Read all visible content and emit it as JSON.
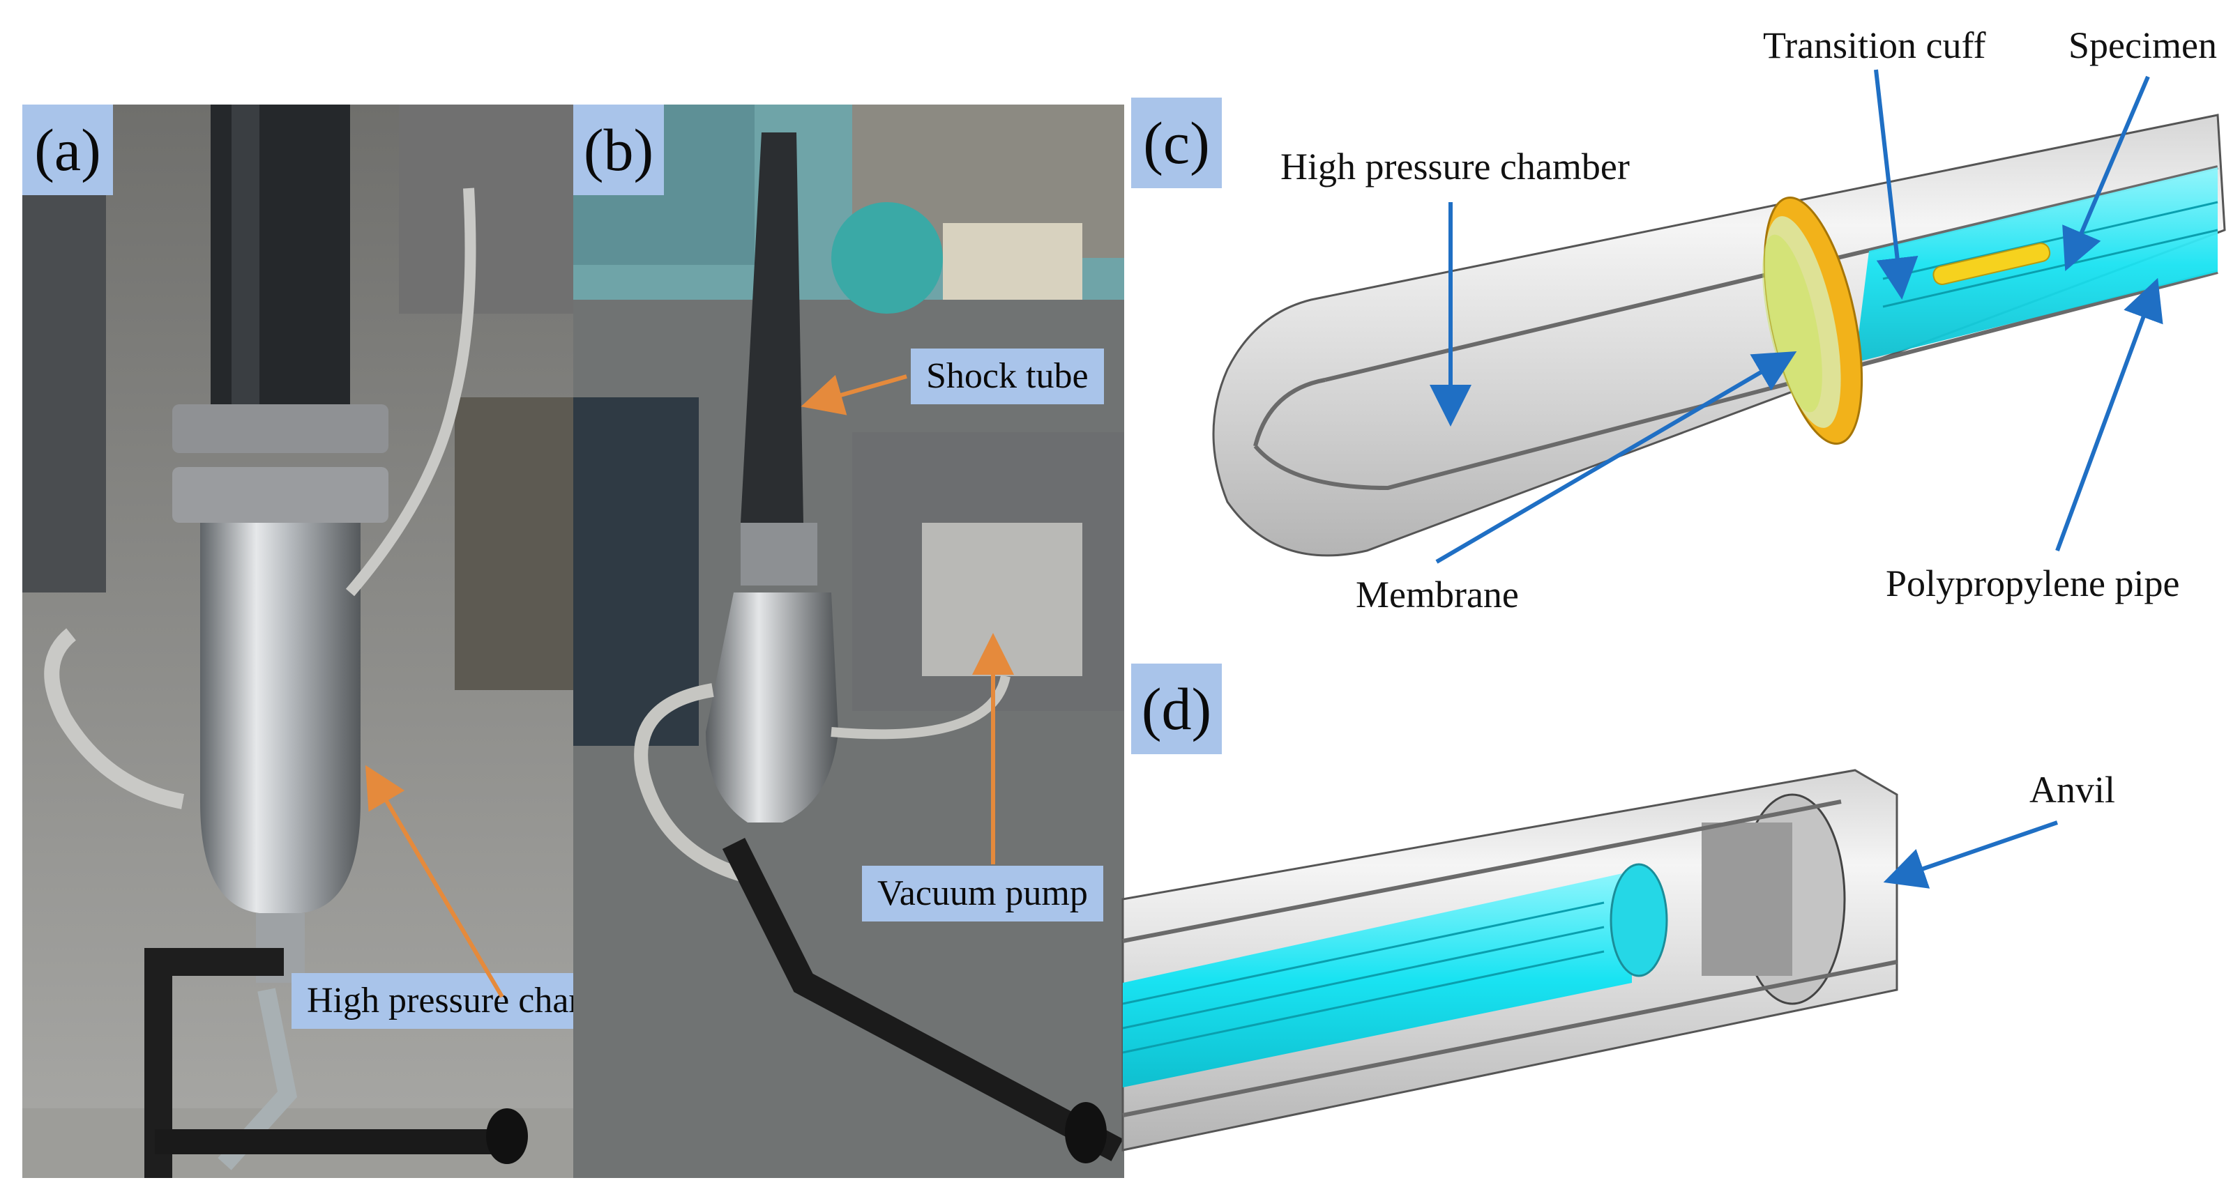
{
  "panels": {
    "a": {
      "label": "(a)",
      "callouts": {
        "chamber": "High pressure chamber"
      }
    },
    "b": {
      "label": "(b)",
      "callouts": {
        "shock_tube": "Shock tube",
        "vacuum_pump": "Vacuum pump"
      }
    },
    "c": {
      "label": "(c)",
      "labels": {
        "high_pressure_chamber": "High pressure chamber",
        "transition_cuff": "Transition cuff",
        "specimen": "Specimen",
        "membrane": "Membrane",
        "polypropylene_pipe": "Polypropylene pipe"
      }
    },
    "d": {
      "label": "(d)",
      "labels": {
        "anvil": "Anvil"
      }
    }
  },
  "colors": {
    "label_box": "#a9c4ea",
    "arrow_photo": "#e58a3c",
    "arrow_diagram": "#1f6fc4",
    "pipe_cyan": "#19e3f2",
    "cuff_orange": "#f2b21a",
    "specimen_yellow": "#f6d21e"
  }
}
